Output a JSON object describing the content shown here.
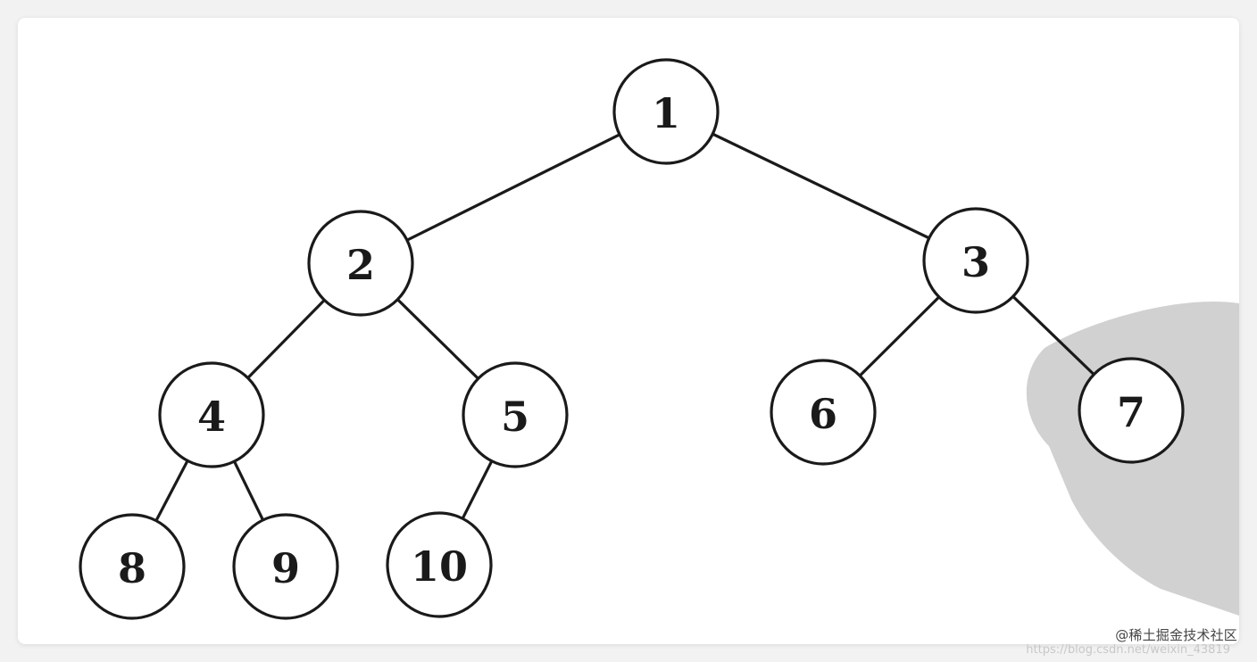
{
  "tree": {
    "nodes": [
      {
        "id": "1",
        "label": "1"
      },
      {
        "id": "2",
        "label": "2"
      },
      {
        "id": "3",
        "label": "3"
      },
      {
        "id": "4",
        "label": "4"
      },
      {
        "id": "5",
        "label": "5"
      },
      {
        "id": "6",
        "label": "6"
      },
      {
        "id": "7",
        "label": "7"
      },
      {
        "id": "8",
        "label": "8"
      },
      {
        "id": "9",
        "label": "9"
      },
      {
        "id": "10",
        "label": "10"
      }
    ],
    "edges": [
      [
        "1",
        "2"
      ],
      [
        "1",
        "3"
      ],
      [
        "2",
        "4"
      ],
      [
        "2",
        "5"
      ],
      [
        "3",
        "6"
      ],
      [
        "3",
        "7"
      ],
      [
        "4",
        "8"
      ],
      [
        "4",
        "9"
      ],
      [
        "5",
        "10"
      ]
    ]
  },
  "watermark": {
    "brand": "@稀土掘金技术社区",
    "url": "https://blog.csdn.net/weixin_43819"
  }
}
